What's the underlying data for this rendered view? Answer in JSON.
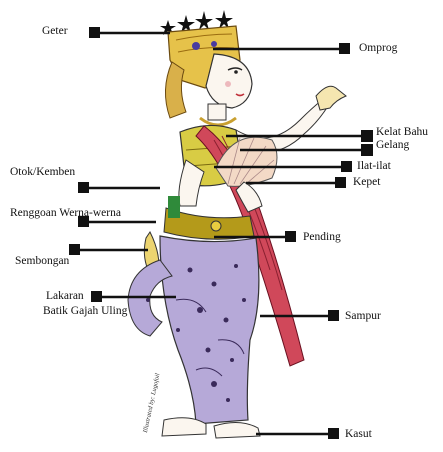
{
  "labels": {
    "geter": "Geter",
    "omprog": "Omprog",
    "kelat_bahu": "Kelat Bahu",
    "gelang": "Gelang",
    "ilat_ilat": "Ilat-ilat",
    "kepet": "Kepet",
    "otok_kemben": "Otok/Kemben",
    "renggoan": "Renggoan Werna-werna",
    "pending": "Pending",
    "sembongan": "Sembongan",
    "lakaran": "Lakaran",
    "batik": "Batik Gajah Uling",
    "sampur": "Sampur",
    "kasut": "Kasut"
  },
  "credit": "Illustrated by: Lugofoil"
}
